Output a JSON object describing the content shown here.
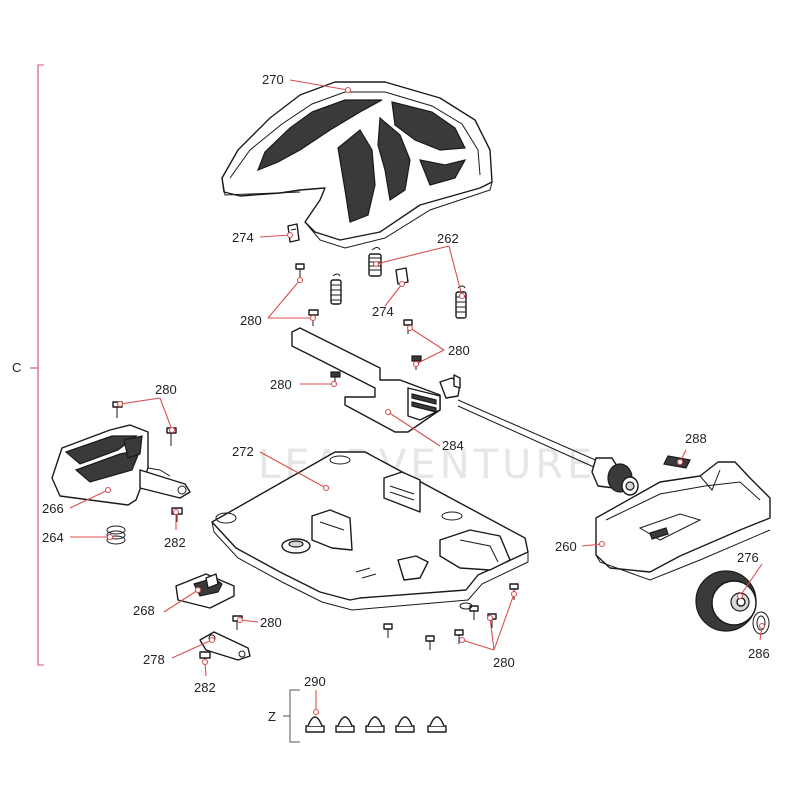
{
  "diagram": {
    "watermark": "LEADVENTURE",
    "groups": {
      "c": "C",
      "z": "Z"
    },
    "callouts": {
      "c270": "270",
      "c274a": "274",
      "c262": "262",
      "c274b": "274",
      "c280a": "280",
      "c280b": "280",
      "c280c": "280",
      "c280d": "280",
      "c284": "284",
      "c288": "288",
      "c266": "266",
      "c272": "272",
      "c264": "264",
      "c282a": "282",
      "c260": "260",
      "c276": "276",
      "c268": "268",
      "c280e": "280",
      "c286": "286",
      "c278": "278",
      "c282b": "282",
      "c280f": "280",
      "c290": "290"
    },
    "colors": {
      "leader": "#d94f4f",
      "bracket": "#d94f7a",
      "line": "#1a1a1a"
    }
  }
}
